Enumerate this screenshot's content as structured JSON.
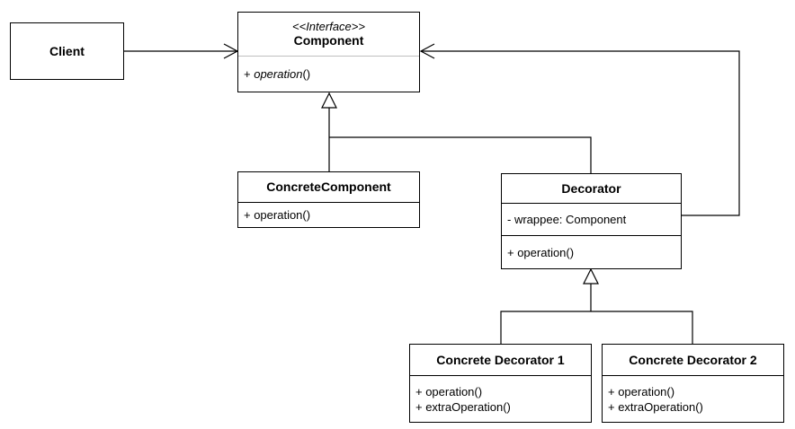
{
  "client": {
    "name": "Client"
  },
  "component": {
    "stereotype": "<<Interface>>",
    "name": "Component",
    "operation_prefix": "+ ",
    "operation_name": "operation",
    "operation_suffix": "()"
  },
  "concrete_component": {
    "name": "ConcreteComponent",
    "methods": [
      "+ operation()"
    ]
  },
  "decorator": {
    "name": "Decorator",
    "fields": [
      "- wrappee: Component"
    ],
    "methods": [
      "+ operation()"
    ]
  },
  "concrete_decorator_1": {
    "name": "Concrete Decorator 1",
    "methods": [
      "+ operation()",
      "+ extraOperation()"
    ]
  },
  "concrete_decorator_2": {
    "name": "Concrete Decorator 2",
    "methods": [
      "+ operation()",
      "+ extraOperation()"
    ]
  },
  "colors": {
    "line": "#000000",
    "box_fill": "#ffffff",
    "divider_light": "#bfbfbf"
  }
}
